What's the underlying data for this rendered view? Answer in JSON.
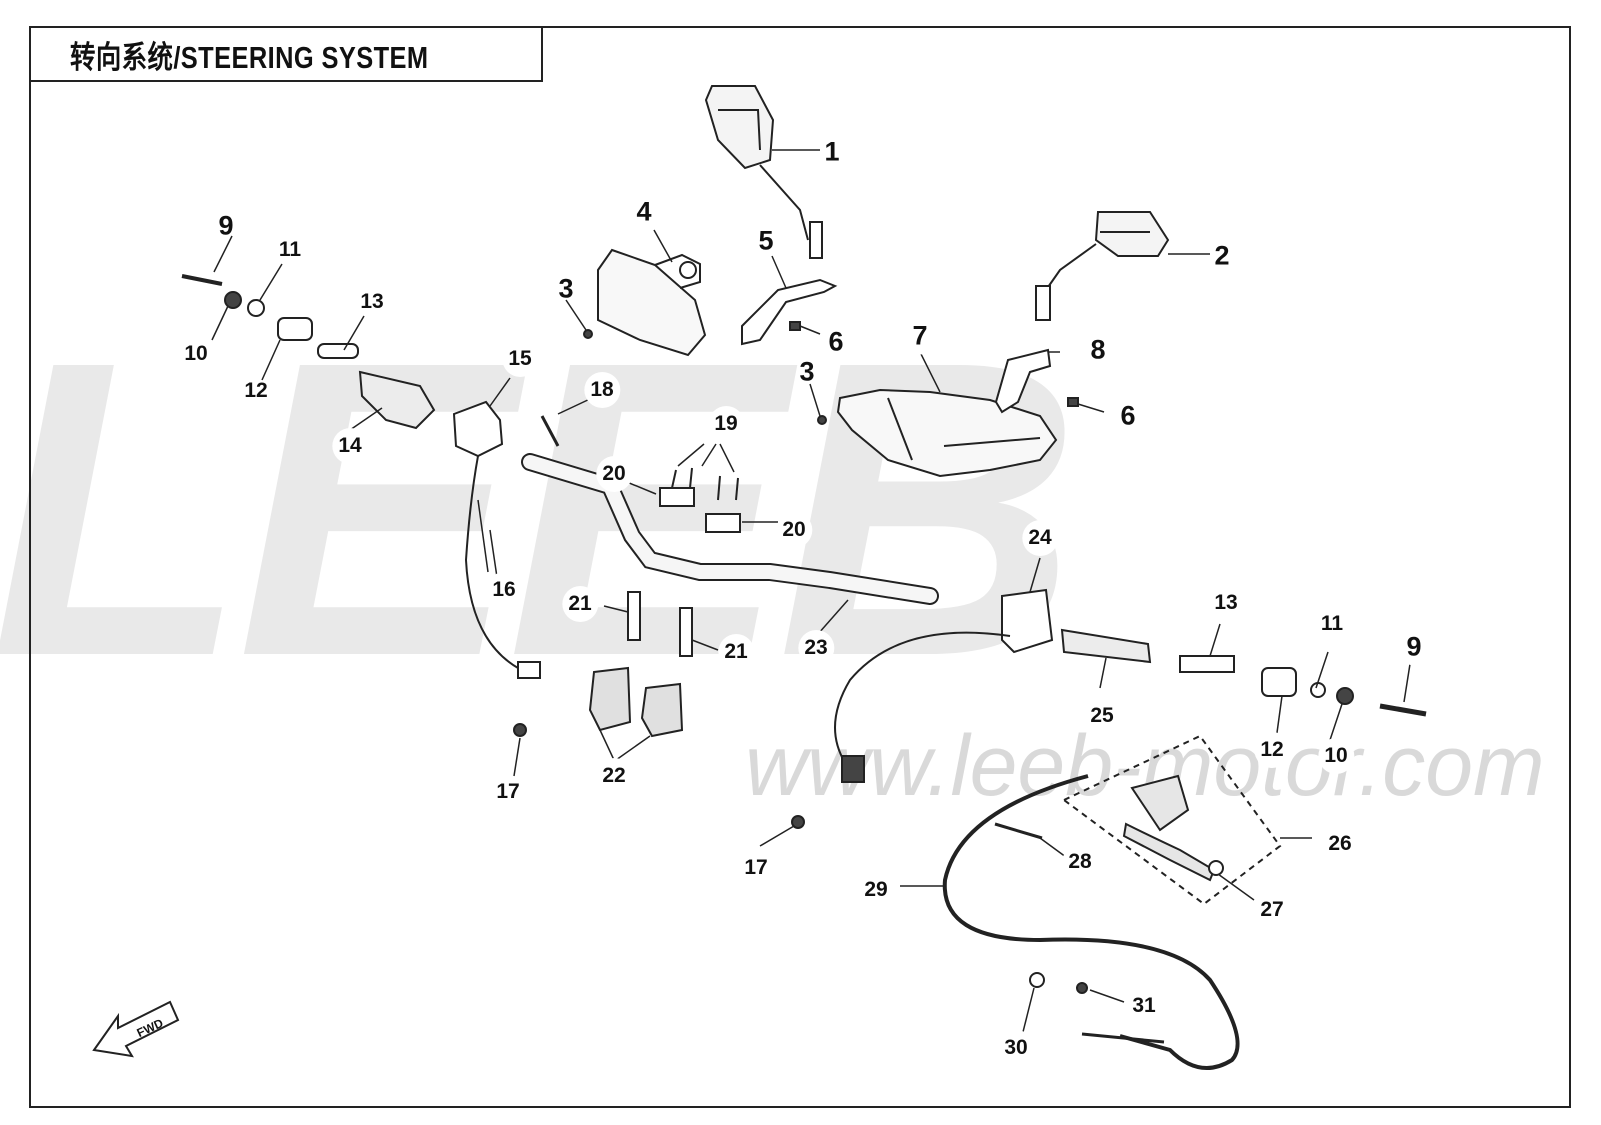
{
  "title": "转向系统/STEERING SYSTEM",
  "watermark": {
    "logo": "LEEB",
    "url": "www.leeb-motor.com"
  },
  "fwd_label": "FWD",
  "labels": [
    {
      "id": "1",
      "text": "1"
    },
    {
      "id": "2",
      "text": "2"
    },
    {
      "id": "3a",
      "text": "3"
    },
    {
      "id": "3b",
      "text": "3"
    },
    {
      "id": "4",
      "text": "4"
    },
    {
      "id": "5",
      "text": "5"
    },
    {
      "id": "6a",
      "text": "6"
    },
    {
      "id": "6b",
      "text": "6"
    },
    {
      "id": "7",
      "text": "7"
    },
    {
      "id": "8",
      "text": "8"
    },
    {
      "id": "9a",
      "text": "9"
    },
    {
      "id": "9b",
      "text": "9"
    },
    {
      "id": "10a",
      "text": "10"
    },
    {
      "id": "10b",
      "text": "10"
    },
    {
      "id": "11a",
      "text": "11"
    },
    {
      "id": "11b",
      "text": "11"
    },
    {
      "id": "12a",
      "text": "12"
    },
    {
      "id": "12b",
      "text": "12"
    },
    {
      "id": "13a",
      "text": "13"
    },
    {
      "id": "13b",
      "text": "13"
    },
    {
      "id": "14",
      "text": "14"
    },
    {
      "id": "15",
      "text": "15"
    },
    {
      "id": "16",
      "text": "16"
    },
    {
      "id": "17a",
      "text": "17"
    },
    {
      "id": "17b",
      "text": "17"
    },
    {
      "id": "18",
      "text": "18"
    },
    {
      "id": "19",
      "text": "19"
    },
    {
      "id": "20a",
      "text": "20"
    },
    {
      "id": "20b",
      "text": "20"
    },
    {
      "id": "21a",
      "text": "21"
    },
    {
      "id": "21b",
      "text": "21"
    },
    {
      "id": "22",
      "text": "22"
    },
    {
      "id": "23",
      "text": "23"
    },
    {
      "id": "24",
      "text": "24"
    },
    {
      "id": "25",
      "text": "25"
    },
    {
      "id": "26",
      "text": "26"
    },
    {
      "id": "27",
      "text": "27"
    },
    {
      "id": "28",
      "text": "28"
    },
    {
      "id": "29",
      "text": "29"
    },
    {
      "id": "30",
      "text": "30"
    },
    {
      "id": "31",
      "text": "31"
    }
  ]
}
